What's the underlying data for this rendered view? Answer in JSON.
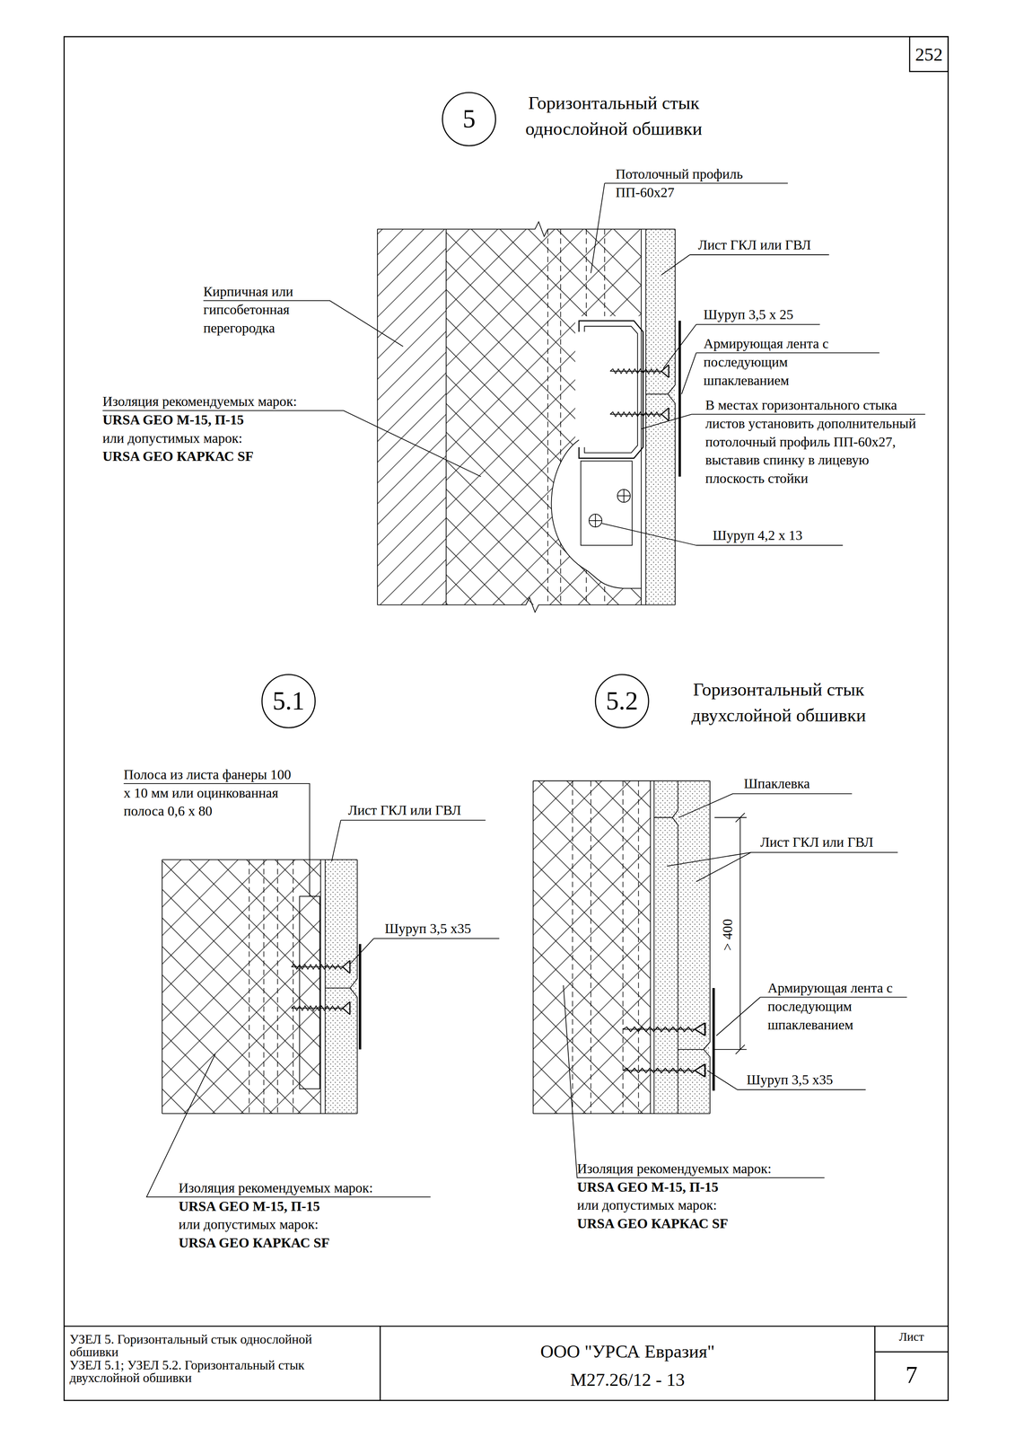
{
  "diagram": {
    "nodes": [
      {
        "text": [
          "252"
        ]
      },
      {
        "text": [
          "5",
          "Горизонтальный стык однослойной обшивки"
        ]
      },
      {
        "text": [
          "5.1"
        ]
      },
      {
        "text": [
          "5.2",
          "Горизонтальный стык двухслойной обшивки"
        ]
      },
      {
        "text": [
          "УЗЕЛ 5. Горизонтальный стык однослойной обшивки",
          "УЗЕЛ 5.1; УЗЕЛ 5.2. Горизонтальный стык двухслойной обшивки"
        ]
      },
      {
        "text": [
          "ООО \"УРСА Евразия\"",
          "М27.26/12 - 13"
        ]
      },
      {
        "text": [
          "Лист",
          "7"
        ]
      }
    ],
    "labels": [
      "Потолочный профиль ПП-60x27",
      "Лист ГКЛ или ГВЛ",
      "Кирпичная или гипсобетонная перегородка",
      "Шуруп 3,5 x 25",
      "Армирующая лента с последующим шпаклеванием",
      "В местах горизонтального стыка листов установить дополнительный потолочный профиль ПП-60x27, выставив спинку в лицевую плоскость стойки",
      "Шуруп 4,2 x 13",
      "Изоляция рекомендуемых марок:",
      "URSA GEO M-15, П-15",
      "или допустимых марок:",
      "URSA GEO КАРКАС SF",
      "Полоса из листа фанеры 100 x 10 мм или оцинкованная полоса 0,6 x 80",
      "Лист ГКЛ или ГВЛ",
      "Шуруп 3,5 x35",
      "Изоляция рекомендуемых марок:",
      "URSA GEO M-15, П-15",
      "или допустимых марок:",
      "URSA GEO КАРКАС SF",
      "Шпаклевка",
      "Лист ГКЛ или ГВЛ",
      "> 400",
      "Армирующая лента с последующим шпаклеванием",
      "Шуруп 3,5 x35",
      "Изоляция рекомендуемых марок:",
      "URSA GEO M-15, П-15",
      "или допустимых марок:",
      "URSA GEO КАРКАС SF"
    ]
  }
}
